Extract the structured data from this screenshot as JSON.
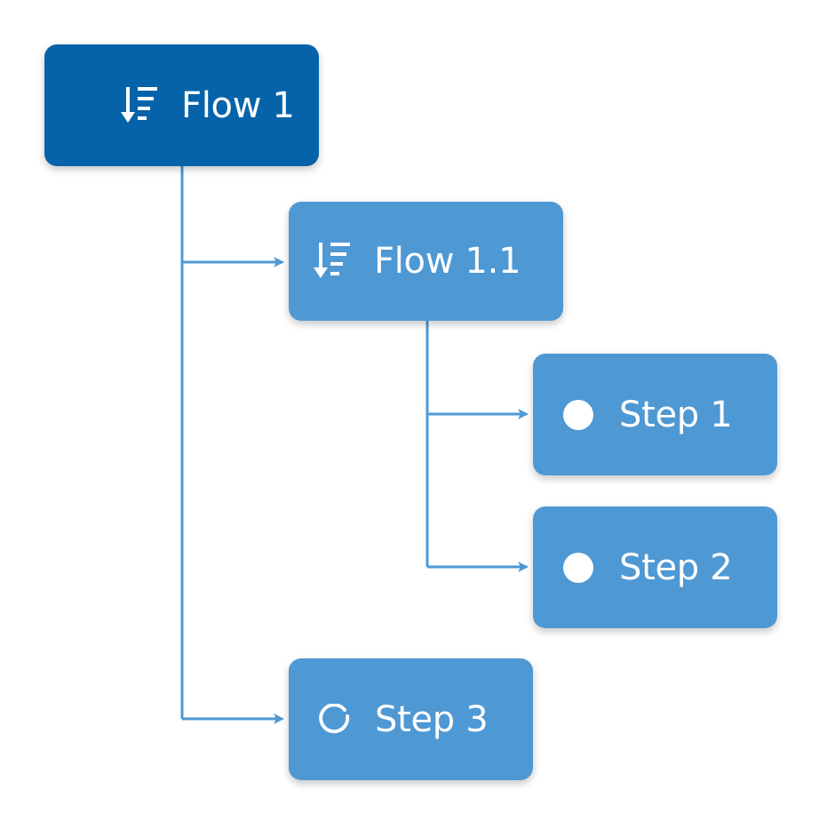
{
  "colors": {
    "root_node": "#0663a9",
    "child_node": "#4e98d4",
    "connector": "#4e98d4",
    "text": "#ffffff"
  },
  "nodes": {
    "flow_1": {
      "label": "Flow 1",
      "icon": "flow-sort-icon"
    },
    "flow_1_1": {
      "label": "Flow 1.1",
      "icon": "flow-sort-icon"
    },
    "step_1": {
      "label": "Step 1",
      "icon": "filled-circle-icon"
    },
    "step_2": {
      "label": "Step 2",
      "icon": "filled-circle-icon"
    },
    "step_3": {
      "label": "Step 3",
      "icon": "ring-circle-icon"
    }
  }
}
